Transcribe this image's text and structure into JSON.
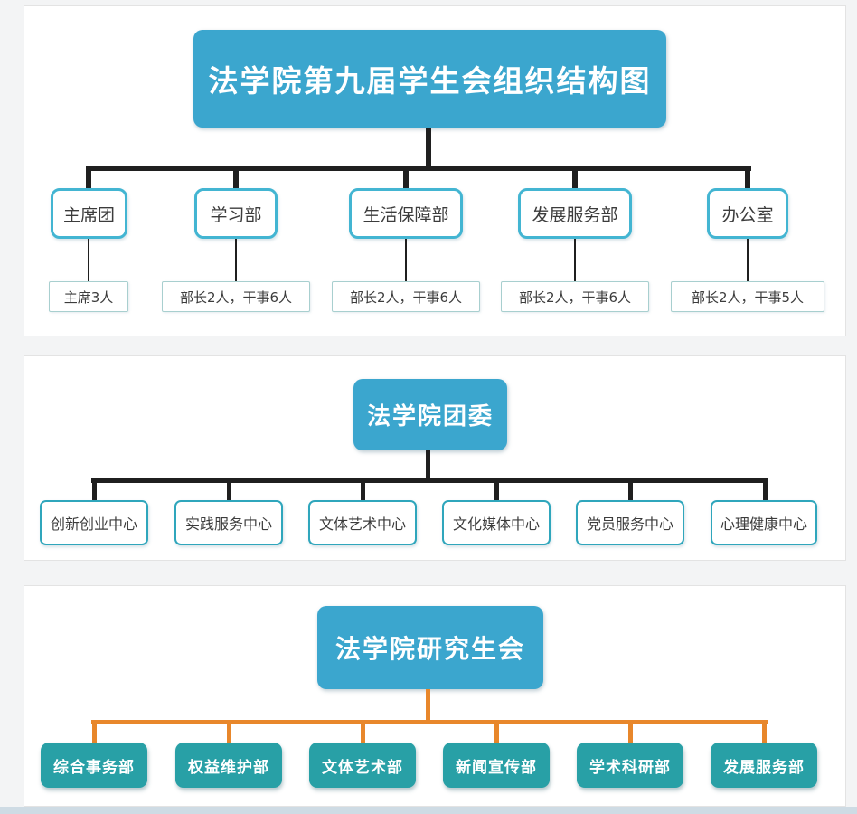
{
  "sections": {
    "student_union": {
      "title": "法学院第九届学生会组织结构图",
      "departments": [
        {
          "name": "主席团",
          "staff": "主席3人"
        },
        {
          "name": "学习部",
          "staff": "部长2人，干事6人"
        },
        {
          "name": "生活保障部",
          "staff": "部长2人，干事6人"
        },
        {
          "name": "发展服务部",
          "staff": "部长2人，干事6人"
        },
        {
          "name": "办公室",
          "staff": "部长2人，干事5人"
        }
      ]
    },
    "youth_league": {
      "title": "法学院团委",
      "centers": [
        {
          "name": "创新创业中心"
        },
        {
          "name": "实践服务中心"
        },
        {
          "name": "文体艺术中心"
        },
        {
          "name": "文化媒体中心"
        },
        {
          "name": "党员服务中心"
        },
        {
          "name": "心理健康中心"
        }
      ]
    },
    "graduate_union": {
      "title": "法学院研究生会",
      "departments": [
        {
          "name": "综合事务部"
        },
        {
          "name": "权益维护部"
        },
        {
          "name": "文体艺术部"
        },
        {
          "name": "新闻宣传部"
        },
        {
          "name": "学术科研部"
        },
        {
          "name": "发展服务部"
        }
      ]
    }
  },
  "colors": {
    "node_blue": "#3ba6ce",
    "node_teal": "#28a0a6",
    "line_black": "#1f1f1f",
    "line_orange": "#e8872b",
    "border_cyan": "#43b5d2",
    "border_teal": "#2fa6bc",
    "label_border": "#a8cfcf",
    "card_border": "#e3e3e3",
    "page_bg": "#f3f4f5",
    "strip_blue": "#cedbe4",
    "text_dark": "#3c3c3c"
  }
}
